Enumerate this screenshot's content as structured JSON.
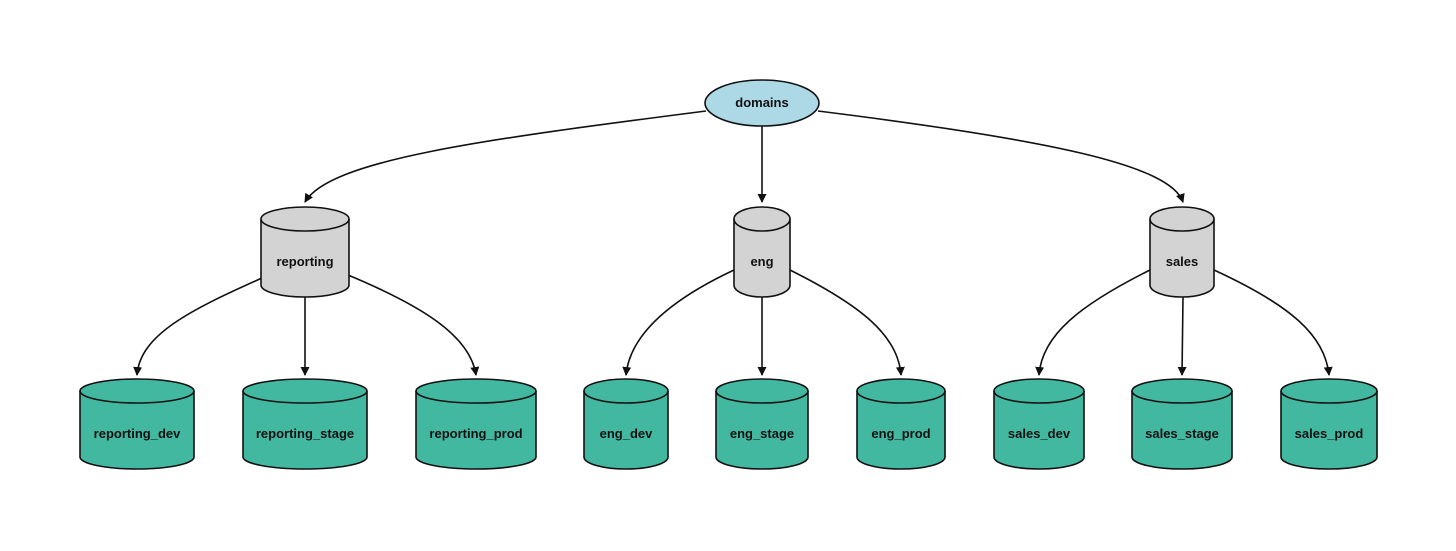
{
  "colors": {
    "root_fill": "#add8e6",
    "domain_fill": "#d3d3d3",
    "env_fill": "#43b8a1",
    "stroke": "#111111"
  },
  "diagram": {
    "root": {
      "label": "domains",
      "shape": "ellipse"
    },
    "domains": [
      {
        "label": "reporting",
        "shape": "cylinder",
        "children": [
          {
            "label": "reporting_dev",
            "shape": "cylinder"
          },
          {
            "label": "reporting_stage",
            "shape": "cylinder"
          },
          {
            "label": "reporting_prod",
            "shape": "cylinder"
          }
        ]
      },
      {
        "label": "eng",
        "shape": "cylinder",
        "children": [
          {
            "label": "eng_dev",
            "shape": "cylinder"
          },
          {
            "label": "eng_stage",
            "shape": "cylinder"
          },
          {
            "label": "eng_prod",
            "shape": "cylinder"
          }
        ]
      },
      {
        "label": "sales",
        "shape": "cylinder",
        "children": [
          {
            "label": "sales_dev",
            "shape": "cylinder"
          },
          {
            "label": "sales_stage",
            "shape": "cylinder"
          },
          {
            "label": "sales_prod",
            "shape": "cylinder"
          }
        ]
      }
    ]
  }
}
